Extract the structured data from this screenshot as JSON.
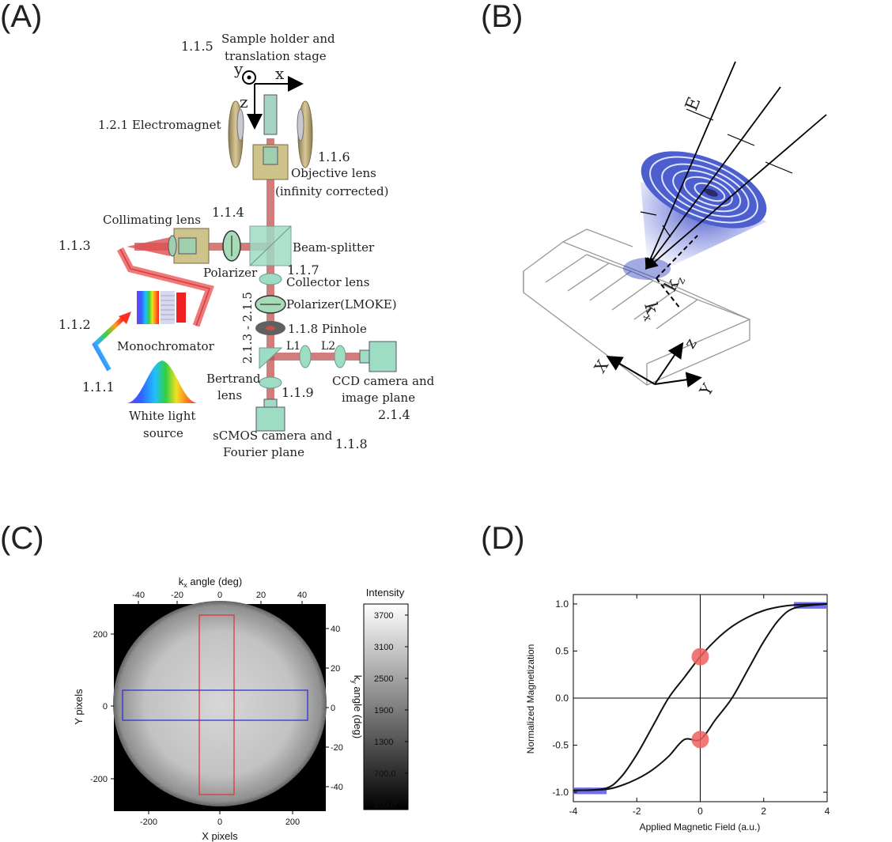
{
  "panels": {
    "a": "(A)",
    "b": "(B)",
    "c": "(C)",
    "d": "(D)"
  },
  "panel_a": {
    "axes": {
      "x": "x",
      "y": "y",
      "z": "z"
    },
    "labels": {
      "sample_num": "1.1.5",
      "sample_line1": "Sample holder and",
      "sample_line2": "translation stage",
      "electromagnet": "1.2.1  Electromagnet",
      "objective_num": "1.1.6",
      "objective_line1": "Objective lens",
      "objective_line2": "(infinity corrected)",
      "collimating": "Collimating lens",
      "num_114": "1.1.4",
      "num_113": "1.1.3",
      "beamsplitter": "Beam-splitter",
      "polarizer": "Polarizer",
      "num_117": "1.1.7",
      "collector": "Collector lens",
      "range": "2.1.3 - 2.1.5",
      "polarizer_lmoke": "Polarizer(LMOKE)",
      "pinhole": "1.1.8  Pinhole",
      "num_112": "1.1.2",
      "monochromator": "Monochromator",
      "l1": "L1",
      "l2": "L2",
      "bertrand_line1": "Bertrand",
      "bertrand_line2": "lens",
      "num_119": "1.1.9",
      "ccd_line1": "CCD camera and",
      "ccd_line2": "image plane",
      "num_214": "2.1.4",
      "num_111": "1.1.1",
      "white_line1": "White light",
      "white_line2": "source",
      "scmos_line1": "sCMOS camera and",
      "scmos_line2": "Fourier plane",
      "num_118b": "1.1.8"
    }
  },
  "panel_b": {
    "labels": {
      "E": "E",
      "kx": "k",
      "kx_sub": "x",
      "kz": "k",
      "kz_sub": "z",
      "X": "X",
      "Y": "Y",
      "Z": "z"
    }
  },
  "panel_c": {
    "top_axis_label": "k",
    "top_axis_sub": "x",
    "top_axis_rest": " angle (deg)",
    "top_ticks": [
      "-40",
      "-20",
      "0",
      "20",
      "40"
    ],
    "right_axis_label": "k",
    "right_axis_sub": "y",
    "right_axis_rest": " angle (deg)",
    "right_ticks": [
      "40",
      "20",
      "0",
      "-20",
      "-40"
    ],
    "left_axis_label": "Y pixels",
    "left_ticks": [
      "200",
      "0",
      "-200"
    ],
    "bottom_axis_label": "X pixels",
    "bottom_ticks": [
      "-200",
      "0",
      "200"
    ],
    "colorbar_title": "Intensity",
    "colorbar_ticks": [
      "3700",
      "3100",
      "2500",
      "1900",
      "1300",
      "700,0",
      "100,0"
    ],
    "roi_vertical_color": "#e03030",
    "roi_horizontal_color": "#2a2ad0"
  },
  "chart_data": {
    "type": "line",
    "xlabel": "Applied Magnetic Field (a.u.)",
    "ylabel": "Normalized Magnetization",
    "xlim": [
      -4,
      4
    ],
    "ylim": [
      -1.1,
      1.1
    ],
    "xticks": [
      "-4",
      "-2",
      "0",
      "2",
      "4"
    ],
    "yticks": [
      "1.0",
      "0.5",
      "0.0",
      "-0.5",
      "-1.0"
    ],
    "grid": false,
    "series": [
      {
        "x": [
          -4,
          -3,
          -2.5,
          -2,
          -1.5,
          -1,
          -0.5,
          0,
          0.5,
          1,
          1.5,
          2,
          2.5,
          3,
          4
        ],
        "y": [
          -0.98,
          -0.96,
          -0.84,
          -0.6,
          -0.3,
          0.0,
          0.22,
          0.44,
          0.62,
          0.76,
          0.86,
          0.93,
          0.97,
          0.99,
          1.0
        ]
      },
      {
        "x": [
          -4,
          -3,
          -2.5,
          -2,
          -1.5,
          -1,
          -0.5,
          0,
          0.5,
          1,
          1.5,
          2,
          2.5,
          3,
          4
        ],
        "y": [
          -0.98,
          -0.97,
          -0.93,
          -0.86,
          -0.76,
          -0.62,
          -0.44,
          -0.44,
          -0.22,
          0.0,
          0.3,
          0.6,
          0.84,
          0.96,
          1.0
        ]
      }
    ],
    "markers": [
      {
        "x": 0,
        "y": 0.44,
        "color": "#f06060"
      },
      {
        "x": 0,
        "y": -0.44,
        "color": "#f06060"
      }
    ],
    "highlight_color": "#6f6ff0"
  }
}
